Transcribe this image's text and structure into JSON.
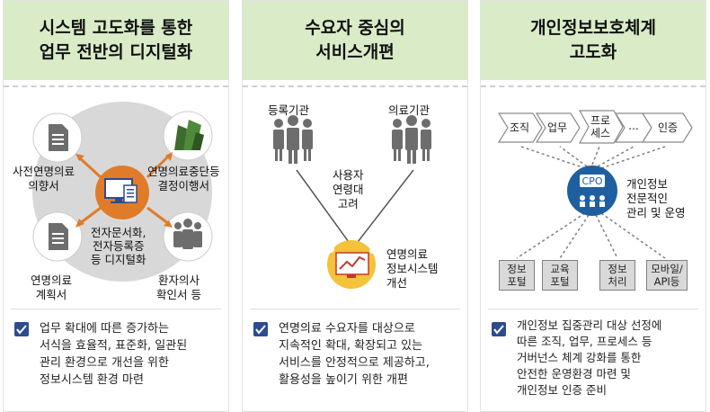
{
  "panels": [
    {
      "title_lines": [
        "시스템 고도화를 통한",
        "업무 전반의 디지털화"
      ],
      "labels": {
        "top_left": [
          "사전연명의료",
          "의향서"
        ],
        "top_right": [
          "연명의료중단등",
          "결정이행서"
        ],
        "center": [
          "전자문서화,",
          "전자등록증",
          "등 디지털화"
        ],
        "bottom_left": [
          "연명의료",
          "계획서"
        ],
        "bottom_right": [
          "환자의사",
          "확인서 등"
        ]
      },
      "description": [
        "업무 확대에 따른 증가하는",
        "서식을 효율적, 표준화, 일관된",
        "관리 환경으로 개선을 위한",
        "정보시스템 환경 마련"
      ]
    },
    {
      "title_lines": [
        "수요자 중심의",
        "서비스개편"
      ],
      "labels": {
        "left": "등록기관",
        "right": "의료기관",
        "middle": [
          "사용자",
          "연령대",
          "고려"
        ],
        "bottom": [
          "연명의료",
          "정보시스템",
          "개선"
        ]
      },
      "description": [
        "연명의료 수요자를 대상으로",
        "지속적인 확대, 확장되고 있는",
        "서비스를 안정적으로 제공하고,",
        "활용성을 높이기 위한 개편"
      ]
    },
    {
      "title_lines": [
        "개인정보보호체계",
        "고도화"
      ],
      "chevrons": [
        "조직",
        "업무",
        "프로\n세스",
        "...",
        "인증"
      ],
      "cpo": "CPO",
      "cpo_label": [
        "개인정보",
        "전문적인",
        "관리 및 운영"
      ],
      "boxes": [
        [
          "정보",
          "포털"
        ],
        [
          "교육",
          "포털"
        ],
        [
          "정보",
          "처리"
        ],
        [
          "모바일/",
          "API등"
        ]
      ],
      "description": [
        "개인정보 집중관리 대상 선정에",
        "따른 조직, 업무, 프로세스 등",
        "거버넌스 체계 강화를 통한",
        "안전한 운영환경 마련 및",
        "개인정보 인증 준비"
      ]
    }
  ],
  "colors": {
    "header_bg": "#d9ecc7",
    "accent_orange": "#e07b2a",
    "cpo_blue": "#1f5fa0",
    "check_blue": "#2e4b8f",
    "icon_gray": "#6d6d6d"
  }
}
